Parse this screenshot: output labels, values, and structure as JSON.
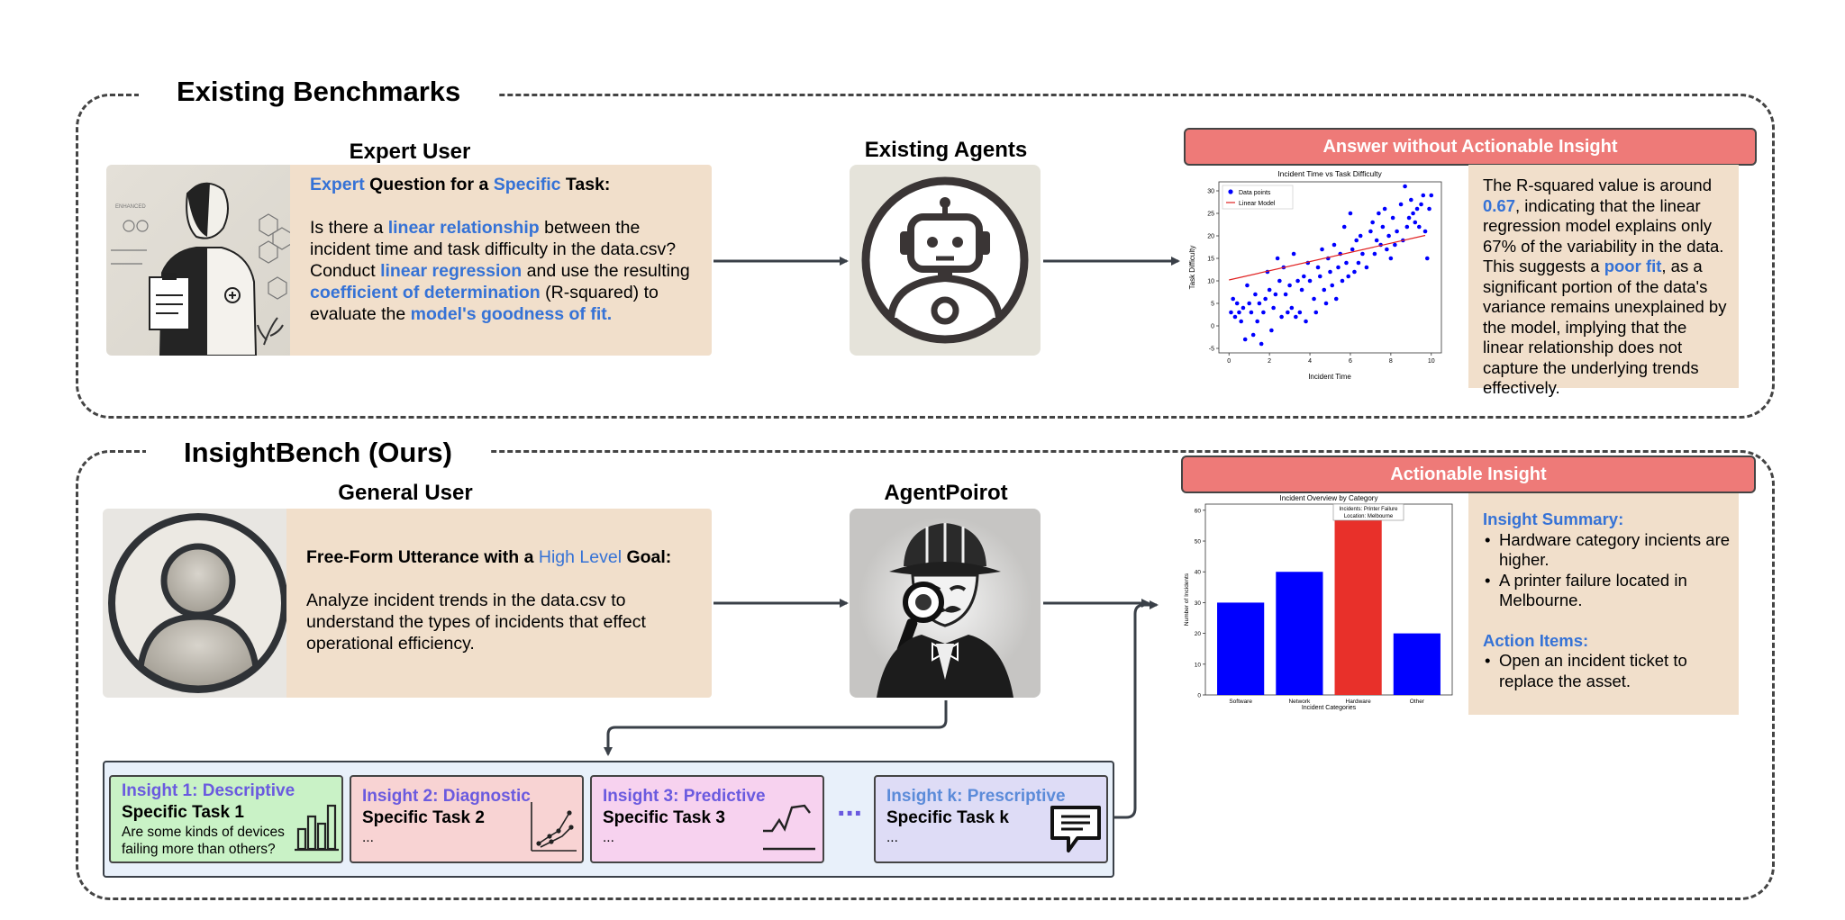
{
  "top": {
    "title": "Existing Benchmarks",
    "expert_user_title": "Expert User",
    "existing_agents_title": "Existing Agents",
    "question_heading": [
      "Expert",
      " Question for a ",
      "Specific",
      " Task:"
    ],
    "question_body": [
      {
        "t": "Is there a ",
        "b": false
      },
      {
        "t": "linear relationship",
        "b": true
      },
      {
        "t": " between the incident time and task difficulty in the data.csv? Conduct ",
        "b": false
      },
      {
        "t": "linear regression",
        "b": true
      },
      {
        "t": " and use the resulting ",
        "b": false
      },
      {
        "t": "coefficient of determination",
        "b": true
      },
      {
        "t": " (R-squared) to evaluate the ",
        "b": false
      },
      {
        "t": "model's goodness of fit.",
        "b": true
      }
    ],
    "enhanced_label": "ENHANCED",
    "answer_header": "Answer without Actionable Insight",
    "answer_text": [
      {
        "t": "The R-squared value is around ",
        "b": false
      },
      {
        "t": "0.67",
        "b": true
      },
      {
        "t": ", indicating that the linear regression model explains only 67% of the variability in the data. This suggests a ",
        "b": false
      },
      {
        "t": "poor fit",
        "b": true
      },
      {
        "t": ", as a significant portion of the data's variance remains unexplained by the model, implying that the linear relationship does not capture the underlying trends effectively.",
        "b": false
      }
    ]
  },
  "bottom": {
    "title": "InsightBench (Ours)",
    "general_user_title": "General User",
    "agent_title": "AgentPoirot",
    "utterance_heading": [
      "Free-Form Utterance with a ",
      "High Level",
      " Goal:"
    ],
    "utterance_body": "Analyze incident trends in the data.csv to understand the types of incidents that effect operational efficiency.",
    "insight_header": "Actionable Insight",
    "summary_heading": "Insight Summary:",
    "summary_items": [
      "Hardware category incients are higher.",
      "A printer failure located in Melbourne."
    ],
    "actions_heading": "Action Items:",
    "action_items": [
      "Open an incident ticket to replace the asset."
    ],
    "insights": [
      {
        "head": "Insight 1: Descriptive",
        "task": "Specific Task 1",
        "desc": "Are some kinds of devices failing more than others?"
      },
      {
        "head": "Insight 2: Diagnostic",
        "task": "Specific Task 2",
        "desc": "..."
      },
      {
        "head": "Insight 3: Predictive",
        "task": "Specific Task 3",
        "desc": "..."
      },
      {
        "head": "Insight k: Prescriptive",
        "task": "Specific Task k",
        "desc": "..."
      }
    ],
    "ellipsis": "···"
  },
  "colors": {
    "accent_blue": "#3572d6",
    "insight_purple": "#6a5adf",
    "panel_beige": "#f1dfcb",
    "header_red": "#ee7a78",
    "card1": "#c9f2c6",
    "card2": "#f8d3d3",
    "card3": "#f7d2ef",
    "card4": "#dedcf6",
    "tray": "#e8f0fa"
  },
  "icons": [
    "doctor-illustration",
    "robot-icon",
    "user-avatar-icon",
    "detective-icon",
    "bar-chart-icon",
    "scatter-line-icon",
    "trend-line-icon",
    "chat-bubble-icon"
  ],
  "chart_data": [
    {
      "type": "scatter",
      "title": "Incident Time vs Task Difficulty",
      "xlabel": "Incident Time",
      "ylabel": "Task Difficulty",
      "xlim": [
        -0.5,
        10.5
      ],
      "ylim": [
        -6,
        32
      ],
      "xticks": [
        0,
        2,
        4,
        6,
        8,
        10
      ],
      "yticks": [
        -5,
        0,
        5,
        10,
        15,
        20,
        25,
        30
      ],
      "legend": [
        "Data points",
        "Linear Model"
      ],
      "legend_position": "top-left",
      "points": [
        [
          0.1,
          3
        ],
        [
          0.2,
          6
        ],
        [
          0.3,
          2
        ],
        [
          0.4,
          5
        ],
        [
          0.5,
          3
        ],
        [
          0.6,
          1
        ],
        [
          0.7,
          4
        ],
        [
          0.8,
          -3
        ],
        [
          0.9,
          9
        ],
        [
          1.0,
          5
        ],
        [
          1.1,
          3
        ],
        [
          1.2,
          -2
        ],
        [
          1.3,
          7
        ],
        [
          1.4,
          1
        ],
        [
          1.5,
          5
        ],
        [
          1.6,
          -4
        ],
        [
          1.7,
          3
        ],
        [
          1.8,
          6
        ],
        [
          1.9,
          12
        ],
        [
          2.0,
          8
        ],
        [
          2.1,
          -1
        ],
        [
          2.2,
          4
        ],
        [
          2.3,
          7
        ],
        [
          2.4,
          15
        ],
        [
          2.5,
          10
        ],
        [
          2.6,
          2
        ],
        [
          2.7,
          13
        ],
        [
          2.8,
          7
        ],
        [
          2.9,
          3
        ],
        [
          3.0,
          9
        ],
        [
          3.1,
          4
        ],
        [
          3.2,
          16
        ],
        [
          3.3,
          2
        ],
        [
          3.4,
          10
        ],
        [
          3.5,
          3
        ],
        [
          3.6,
          8
        ],
        [
          3.7,
          11
        ],
        [
          3.8,
          1
        ],
        [
          3.9,
          14
        ],
        [
          4.0,
          10
        ],
        [
          4.2,
          6
        ],
        [
          4.3,
          3
        ],
        [
          4.4,
          13
        ],
        [
          4.5,
          11
        ],
        [
          4.6,
          17
        ],
        [
          4.7,
          8
        ],
        [
          4.8,
          5
        ],
        [
          4.9,
          15
        ],
        [
          5.0,
          12
        ],
        [
          5.1,
          9
        ],
        [
          5.2,
          18
        ],
        [
          5.3,
          6
        ],
        [
          5.4,
          13
        ],
        [
          5.5,
          16
        ],
        [
          5.6,
          10
        ],
        [
          5.7,
          22
        ],
        [
          5.8,
          14
        ],
        [
          5.9,
          11
        ],
        [
          6.0,
          25
        ],
        [
          6.1,
          17
        ],
        [
          6.2,
          12
        ],
        [
          6.3,
          19
        ],
        [
          6.4,
          14
        ],
        [
          6.5,
          20
        ],
        [
          6.6,
          16
        ],
        [
          6.8,
          13
        ],
        [
          7.0,
          21
        ],
        [
          7.1,
          23
        ],
        [
          7.2,
          16
        ],
        [
          7.3,
          19
        ],
        [
          7.4,
          25
        ],
        [
          7.5,
          18
        ],
        [
          7.6,
          22
        ],
        [
          7.7,
          26
        ],
        [
          7.8,
          17
        ],
        [
          7.9,
          20
        ],
        [
          8.0,
          15
        ],
        [
          8.1,
          24
        ],
        [
          8.2,
          18
        ],
        [
          8.3,
          21
        ],
        [
          8.5,
          27
        ],
        [
          8.6,
          19
        ],
        [
          8.7,
          31
        ],
        [
          8.8,
          22
        ],
        [
          8.9,
          24
        ],
        [
          9.0,
          28
        ],
        [
          9.1,
          25
        ],
        [
          9.2,
          23
        ],
        [
          9.3,
          26
        ],
        [
          9.4,
          22
        ],
        [
          9.5,
          27
        ],
        [
          9.6,
          29
        ],
        [
          9.7,
          21
        ],
        [
          9.8,
          15
        ],
        [
          9.9,
          26
        ],
        [
          10.0,
          29
        ]
      ],
      "regression": [
        [
          0,
          10.2
        ],
        [
          9.7,
          20.1
        ]
      ]
    },
    {
      "type": "bar",
      "title": "Incident Overview by Category",
      "xlabel": "Incident Categories",
      "ylabel": "Number of Incidents",
      "ylim": [
        0,
        62
      ],
      "yticks": [
        0,
        10,
        20,
        30,
        40,
        50,
        60
      ],
      "categories": [
        "Software",
        "Network",
        "Hardware",
        "Other"
      ],
      "values": [
        30,
        40,
        60,
        20
      ],
      "colors": [
        "#0000ff",
        "#0000ff",
        "#e8302a",
        "#0000ff"
      ],
      "annotation": [
        "Incidents: Printer Failure",
        "Location: Melbourne"
      ]
    }
  ]
}
